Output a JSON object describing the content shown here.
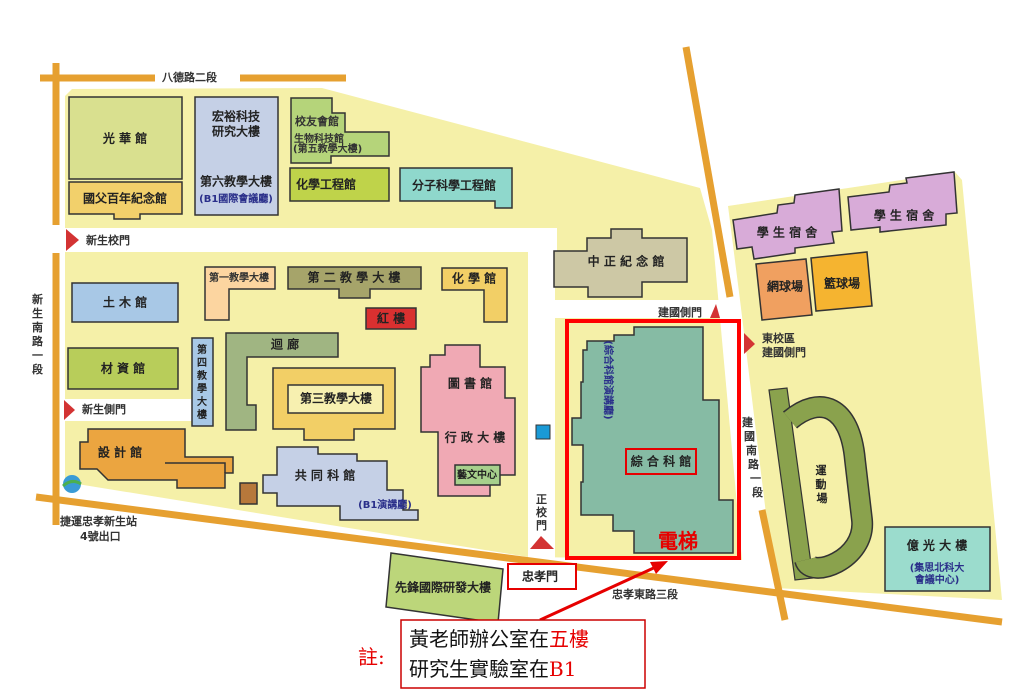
{
  "roads": {
    "bade": "八德路二段",
    "xinsheng": [
      "新",
      "生",
      "南",
      "路",
      "一",
      "段"
    ],
    "zhongxiao": "忠孝東路三段",
    "jianguo": [
      "建",
      "國",
      "南",
      "路",
      "一",
      "段"
    ]
  },
  "gates": {
    "xinsheng_main": "新生校門",
    "xinsheng_side": "新生側門",
    "main_gate": [
      "正",
      "校",
      "門"
    ],
    "jianguo_side": "建國側門",
    "east_jianguo_1": "東校區",
    "east_jianguo_2": "建國側門",
    "zhongxiao_gate": "忠孝門"
  },
  "mrt": {
    "line1": "捷運忠孝新生站",
    "line2": "4號出口"
  },
  "buildings": {
    "guanghua": "光 華 館",
    "sun_yat_sen": "國父百年紀念館",
    "hongyu_1": "宏裕科技",
    "hongyu_2": "研究大樓",
    "sixth_1": "第六教學大樓",
    "sixth_2": "(B1國際會議廳)",
    "alumni": "校友會館",
    "biotech_1": "生物科技館",
    "biotech_2": "(第五教學大樓)",
    "chem_eng": "化學工程館",
    "molecular": "分子科學工程館",
    "first": "第一教學大樓",
    "second": "第 二 教 學 大 樓",
    "chemistry": "化 學 館",
    "red_house": "紅 樓",
    "civil": "土 木 館",
    "materials": "材 資 館",
    "fourth": [
      "第",
      "四",
      "教",
      "學",
      "大",
      "樓"
    ],
    "corridor": "迴 廊",
    "third": "第三教學大樓",
    "library": "圖 書 館",
    "admin": "行 政 大 樓",
    "arts": "藝文中心",
    "common_1": "共 同 科 館",
    "common_2": "(B1演講廳)",
    "design": "設 計 館",
    "zhongzheng": "中 正 紀 念 館",
    "general_sci": "綜 合 科 館",
    "general_hall": "(綜合科館演講廳)",
    "dorm1": "學 生 宿 舍",
    "dorm2": "學 生 宿 舍",
    "tennis": "網球場",
    "basketball": "籃球場",
    "field": [
      "運",
      "動",
      "場"
    ],
    "everlight_1": "億 光 大 樓",
    "everlight_2": "(集思北科大",
    "everlight_3": "會議中心)",
    "pioneer": "先鋒國際研發大樓"
  },
  "annotations": {
    "elevator": "電梯",
    "note_label": "註:",
    "note_line1_a": "黃老師辦公室在",
    "note_line1_b": "五樓",
    "note_line2_a": "研究生實驗室在",
    "note_line2_b": "B1"
  },
  "colors": {
    "road": "#e6a030",
    "campus": "#f5f0a8",
    "highlight": "#ff0000",
    "gate": "#d33333"
  }
}
